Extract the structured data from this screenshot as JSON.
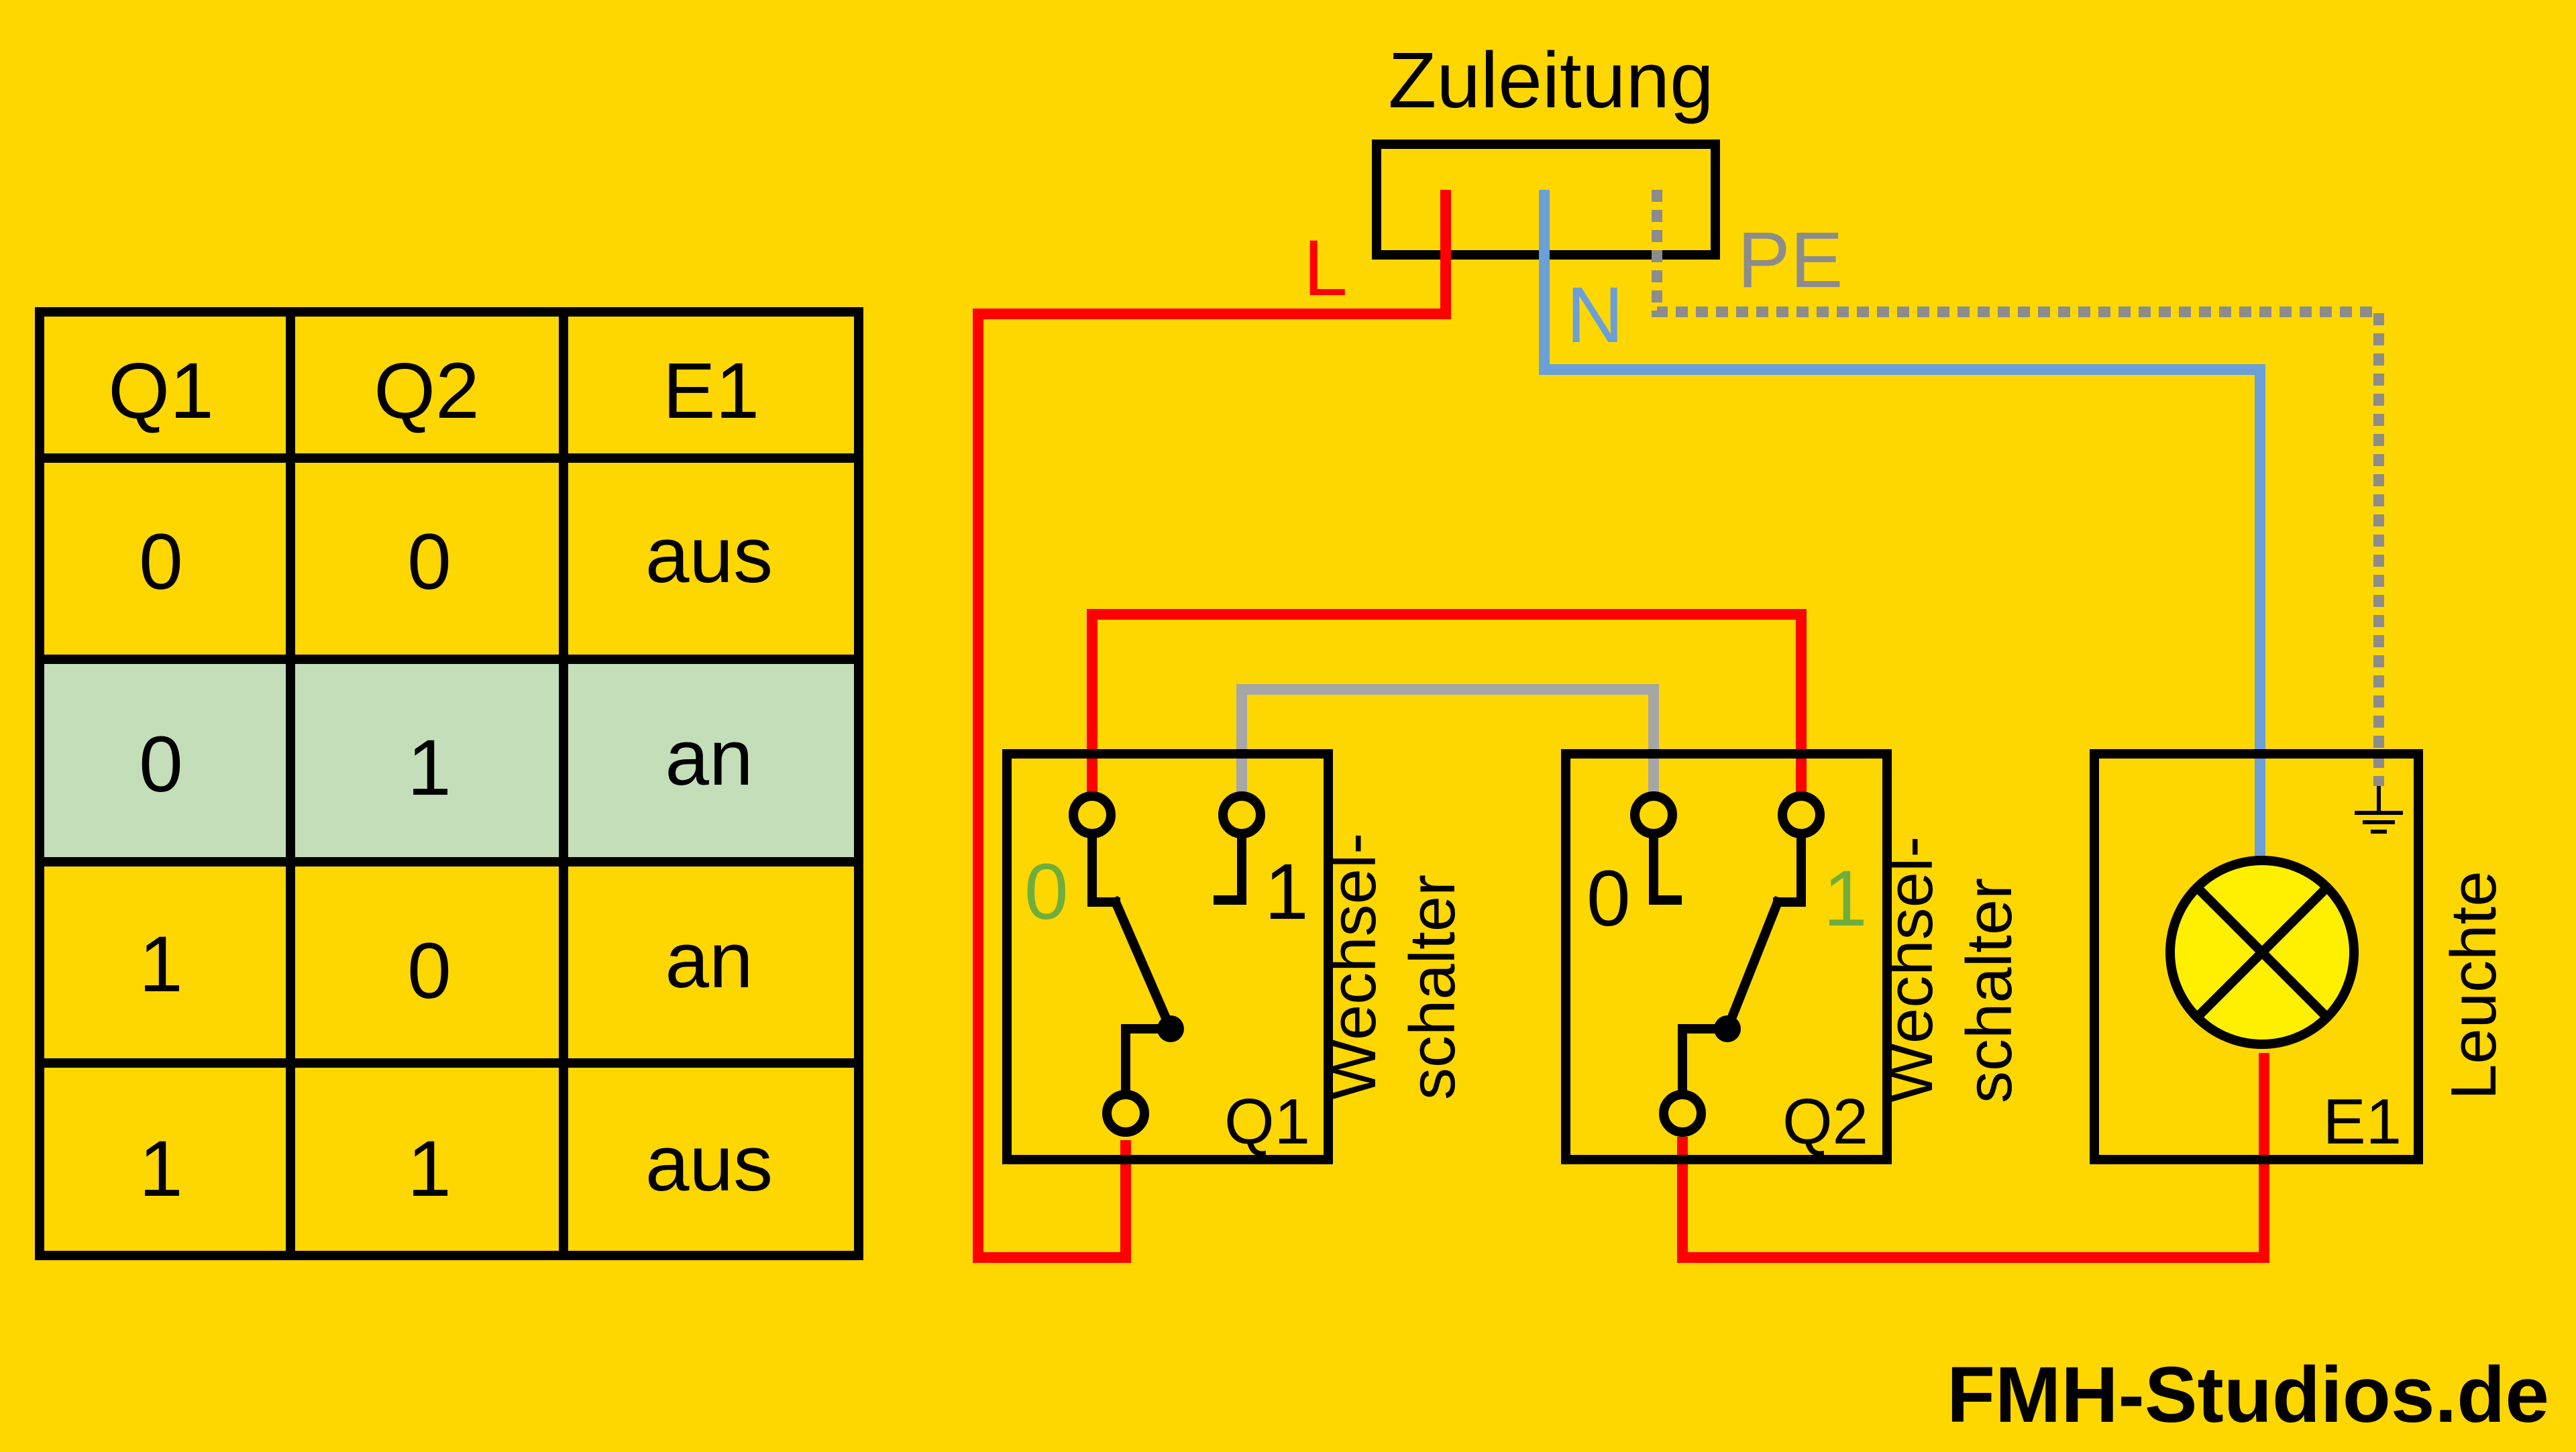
{
  "colors": {
    "background": "#FFD700",
    "line": "#000000",
    "phase": "#FF0000",
    "neutral": "#6A9FD8",
    "earth": "#8C8C8C",
    "traveler": "#A6A6A6",
    "highlight_row": "#C4DEB9",
    "lamp": "#FFF000",
    "position_highlight": "#6FAE3C"
  },
  "table": {
    "headers": [
      "Q1",
      "Q2",
      "E1"
    ],
    "rows": [
      [
        "0",
        "0",
        "aus"
      ],
      [
        "0",
        "1",
        "an"
      ],
      [
        "1",
        "0",
        "an"
      ],
      [
        "1",
        "1",
        "aus"
      ]
    ],
    "highlighted_row": 1
  },
  "supply": {
    "title": "Zuleitung",
    "phase_label": "L",
    "neutral_label": "N",
    "earth_label": "PE"
  },
  "switch1": {
    "id": "Q1",
    "pos0": "0",
    "pos1": "1",
    "name_line1": "Wechsel-",
    "name_line2": "schalter"
  },
  "switch2": {
    "id": "Q2",
    "pos0": "0",
    "pos1": "1",
    "name_line1": "Wechsel-",
    "name_line2": "schalter"
  },
  "lamp": {
    "id": "E1",
    "name": "Leuchte"
  },
  "watermark": "FMH-Studios.de"
}
